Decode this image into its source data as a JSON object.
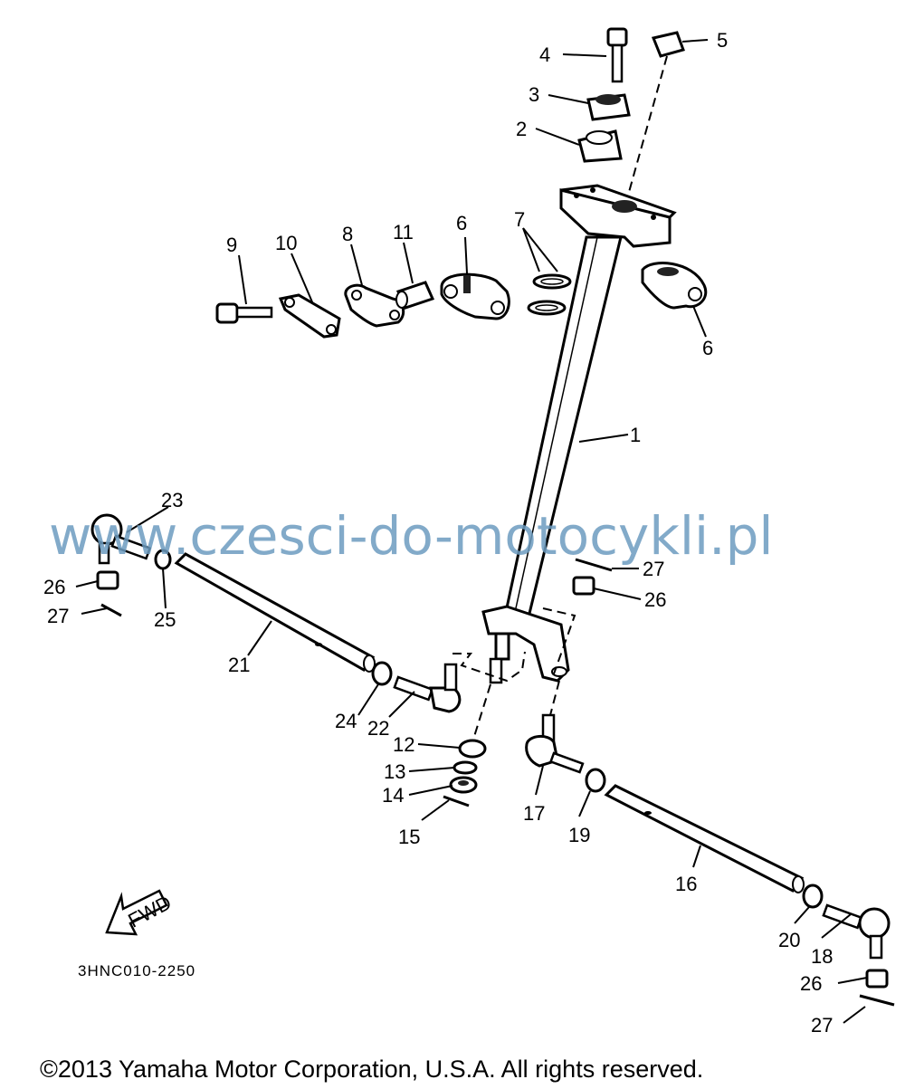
{
  "labels": {
    "p1": "1",
    "p2": "2",
    "p3": "3",
    "p4": "4",
    "p5": "5",
    "p6a": "6",
    "p6b": "6",
    "p7": "7",
    "p8": "8",
    "p9": "9",
    "p10": "10",
    "p11": "11",
    "p12": "12",
    "p13": "13",
    "p14": "14",
    "p15": "15",
    "p16": "16",
    "p17": "17",
    "p18": "18",
    "p19": "19",
    "p20": "20",
    "p21": "21",
    "p22": "22",
    "p23": "23",
    "p24": "24",
    "p25": "25",
    "p26a": "26",
    "p26b": "26",
    "p26c": "26",
    "p27a": "27",
    "p27b": "27",
    "p27c": "27"
  },
  "fwd_arrow": "FWD",
  "diagram_code": "3HNC010-2250",
  "watermark": "www.czesci-do-motocykli.pl",
  "copyright": "©2013 Yamaha Motor Corporation, U.S.A. All rights reserved."
}
